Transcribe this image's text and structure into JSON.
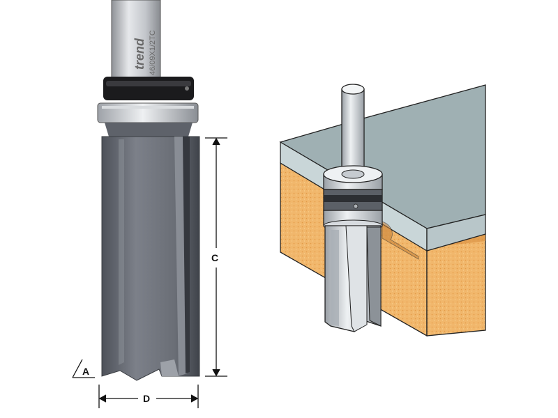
{
  "left_figure": {
    "shank_brand": "trend",
    "shank_code": "46/09X1/2TC",
    "dimension_c": "C",
    "dimension_d": "D",
    "angle_a": "A"
  },
  "colors": {
    "shank": "#bcbec3",
    "collar_black": "#1b1b1d",
    "collar_steel": "#c8ccd1",
    "cutter_body": "#6f737b",
    "cutter_dark": "#50545c",
    "wood": "#f0b56a",
    "board_top": "#9fb0b3",
    "outline": "#222222"
  }
}
